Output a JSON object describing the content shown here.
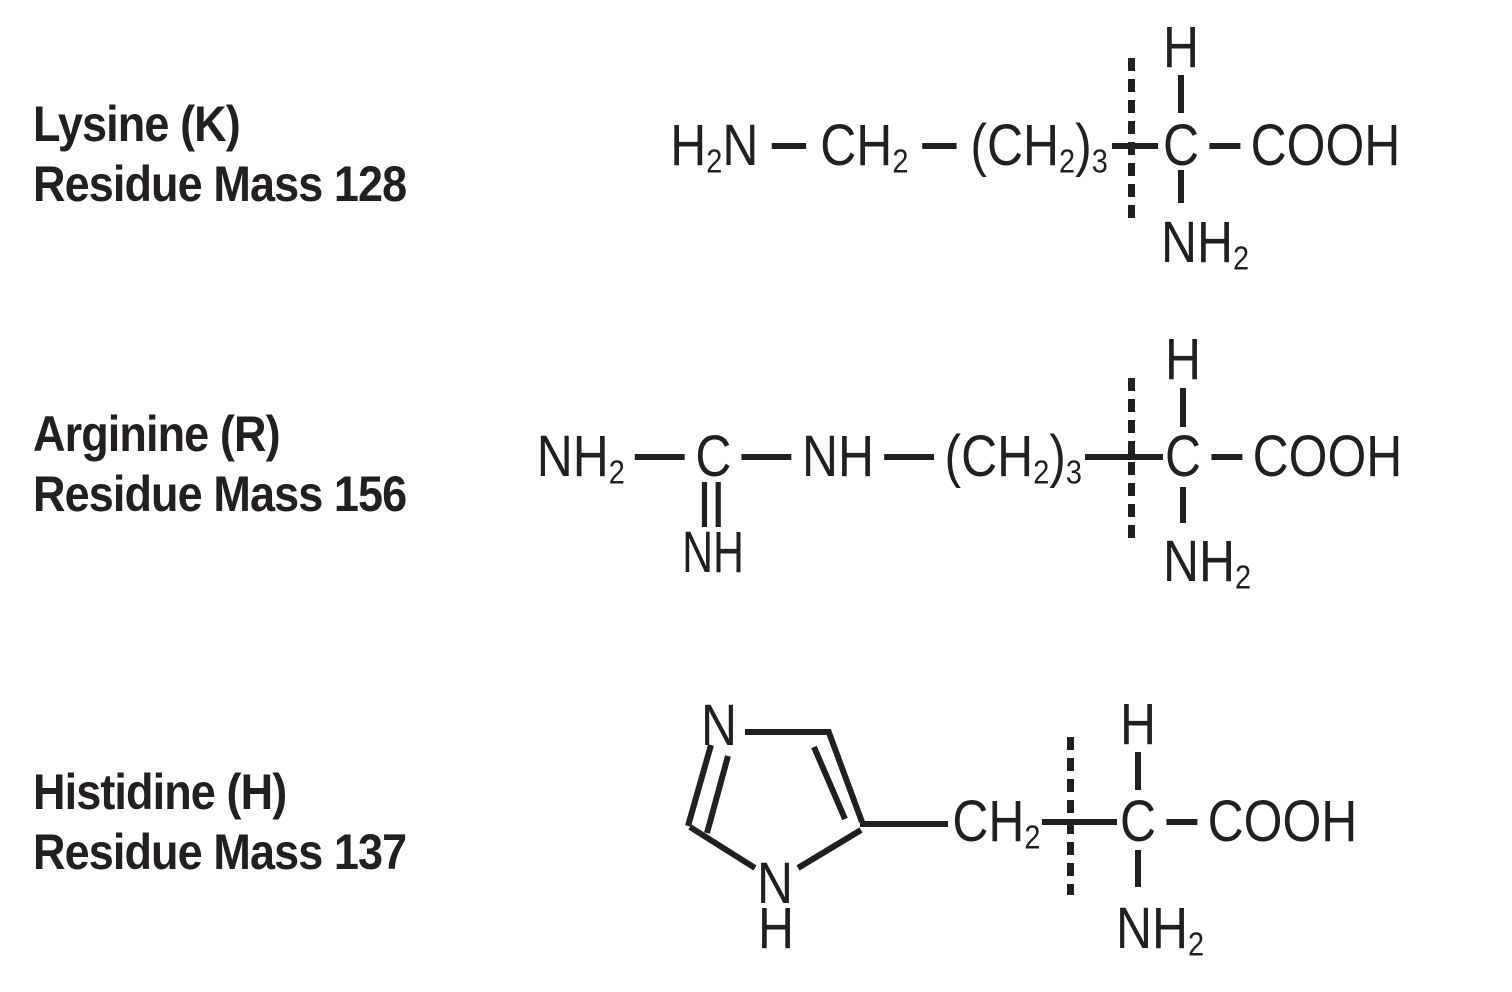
{
  "colors": {
    "ink": "#231f20",
    "background": "#ffffff"
  },
  "entries": [
    {
      "name": "Lysine",
      "code": "K",
      "residue_mass": 128,
      "label": {
        "line1": "Lysine (K)",
        "line2": "Residue Mass 128"
      },
      "structure": {
        "amine": "H₂N",
        "ch2": "CH₂",
        "chain": "(CH₂)₃",
        "alpha_h": "H",
        "alpha_c": "C",
        "carboxyl": "COOH",
        "alpha_amine": "NH₂"
      }
    },
    {
      "name": "Arginine",
      "code": "R",
      "residue_mass": 156,
      "label": {
        "line1": "Arginine (R)",
        "line2": "Residue Mass 156"
      },
      "structure": {
        "terminal_amine": "NH₂",
        "guanidino_c": "C",
        "imine_nh": "NH",
        "chain_nh": "NH",
        "chain": "(CH₂)₃",
        "alpha_h": "H",
        "alpha_c": "C",
        "carboxyl": "COOH",
        "alpha_amine": "NH₂"
      }
    },
    {
      "name": "Histidine",
      "code": "H",
      "residue_mass": 137,
      "label": {
        "line1": "Histidine (H)",
        "line2": "Residue Mass 137"
      },
      "structure": {
        "ring_n_top": "N",
        "ring_n_bottom": "N",
        "ring_h": "H",
        "ch2": "CH₂",
        "alpha_h": "H",
        "alpha_c": "C",
        "carboxyl": "COOH",
        "alpha_amine": "NH₂"
      }
    }
  ]
}
